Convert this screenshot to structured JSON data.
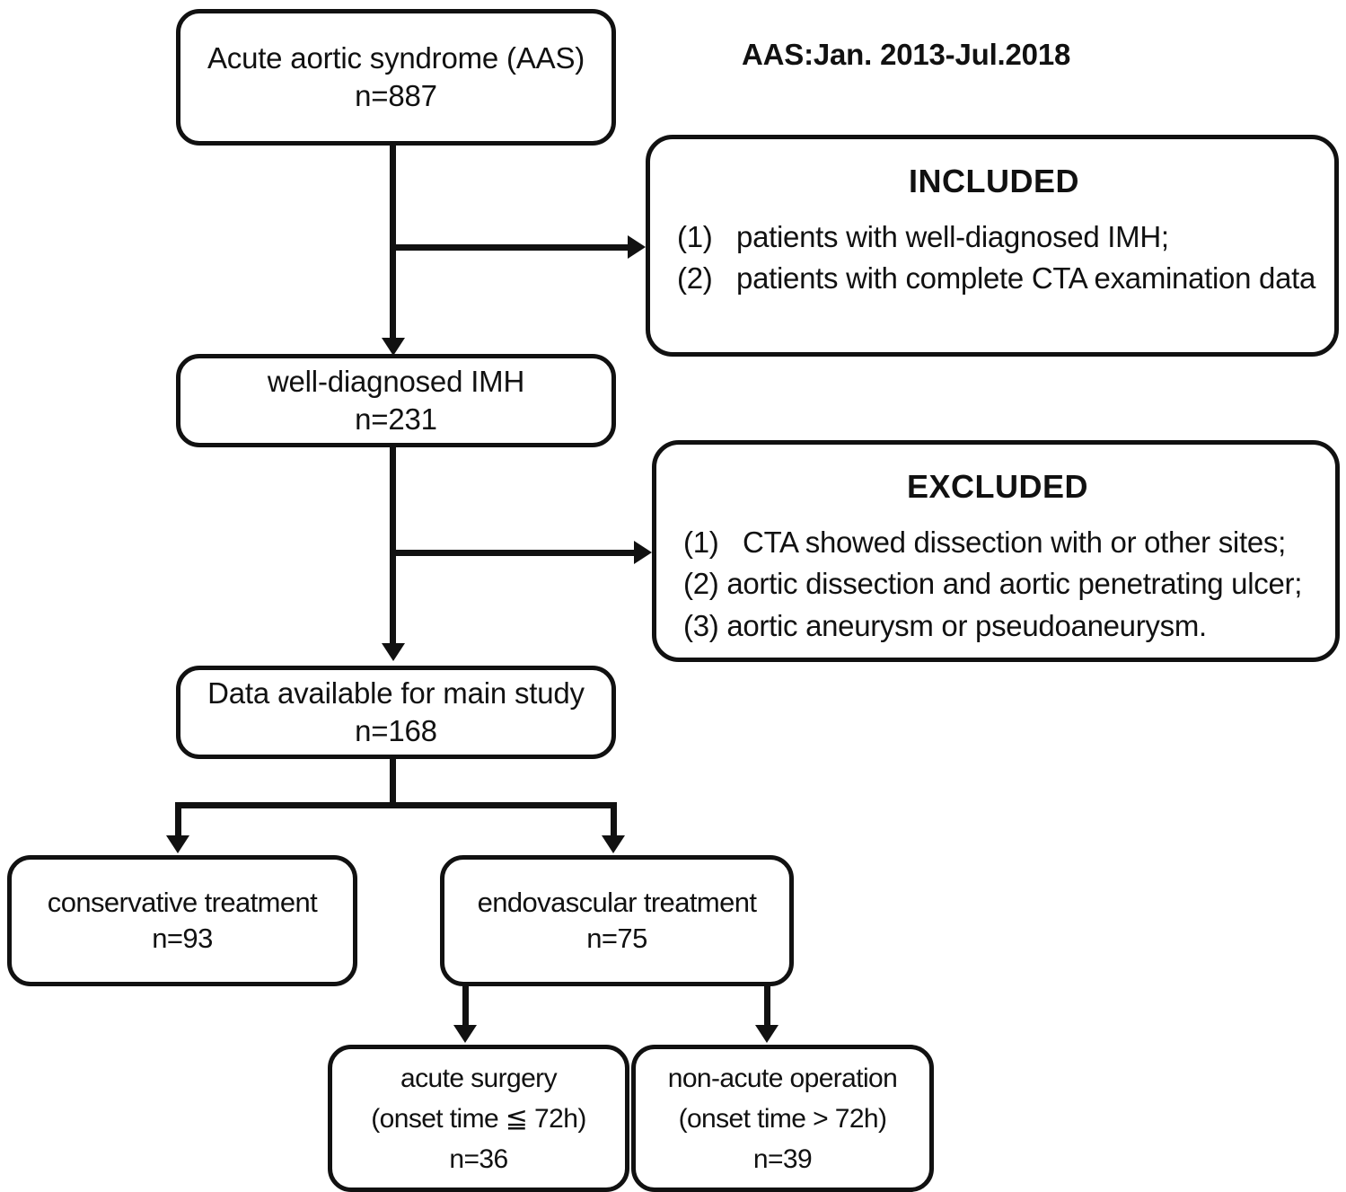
{
  "header": {
    "study_period": "AAS:Jan. 2013-Jul.2018"
  },
  "flow": {
    "nodes": [
      {
        "id": "aas",
        "title": "Acute aortic syndrome (AAS)",
        "count": "n=887"
      },
      {
        "id": "imh",
        "title": "well-diagnosed IMH",
        "count": "n=231"
      },
      {
        "id": "main_study",
        "title": "Data available for main study",
        "count": "n=168"
      },
      {
        "id": "conservative",
        "title": "conservative treatment",
        "count": "n=93"
      },
      {
        "id": "endovascular",
        "title": "endovascular treatment",
        "count": "n=75"
      },
      {
        "id": "acute_surgery",
        "title": "acute surgery",
        "subtitle": "(onset time ≦ 72h)",
        "count": "n=36"
      },
      {
        "id": "non_acute",
        "title": "non-acute operation",
        "subtitle": "(onset time > 72h)",
        "count": "n=39"
      }
    ],
    "included": {
      "heading": "INCLUDED",
      "items": [
        {
          "marker": "(1)",
          "text": "patients with well-diagnosed IMH;"
        },
        {
          "marker": "(2)",
          "text": "patients with complete CTA examination data"
        }
      ]
    },
    "excluded": {
      "heading": "EXCLUDED",
      "items": [
        {
          "marker": "(1)",
          "text": "CTA showed dissection with or other sites;"
        },
        {
          "marker": "(2)",
          "text": "aortic dissection and aortic penetrating ulcer;"
        },
        {
          "marker": "(3)",
          "text": "aortic aneurysm or pseudoaneurysm."
        }
      ]
    }
  },
  "colors": {
    "stroke": "#111111",
    "background": "#ffffff"
  }
}
